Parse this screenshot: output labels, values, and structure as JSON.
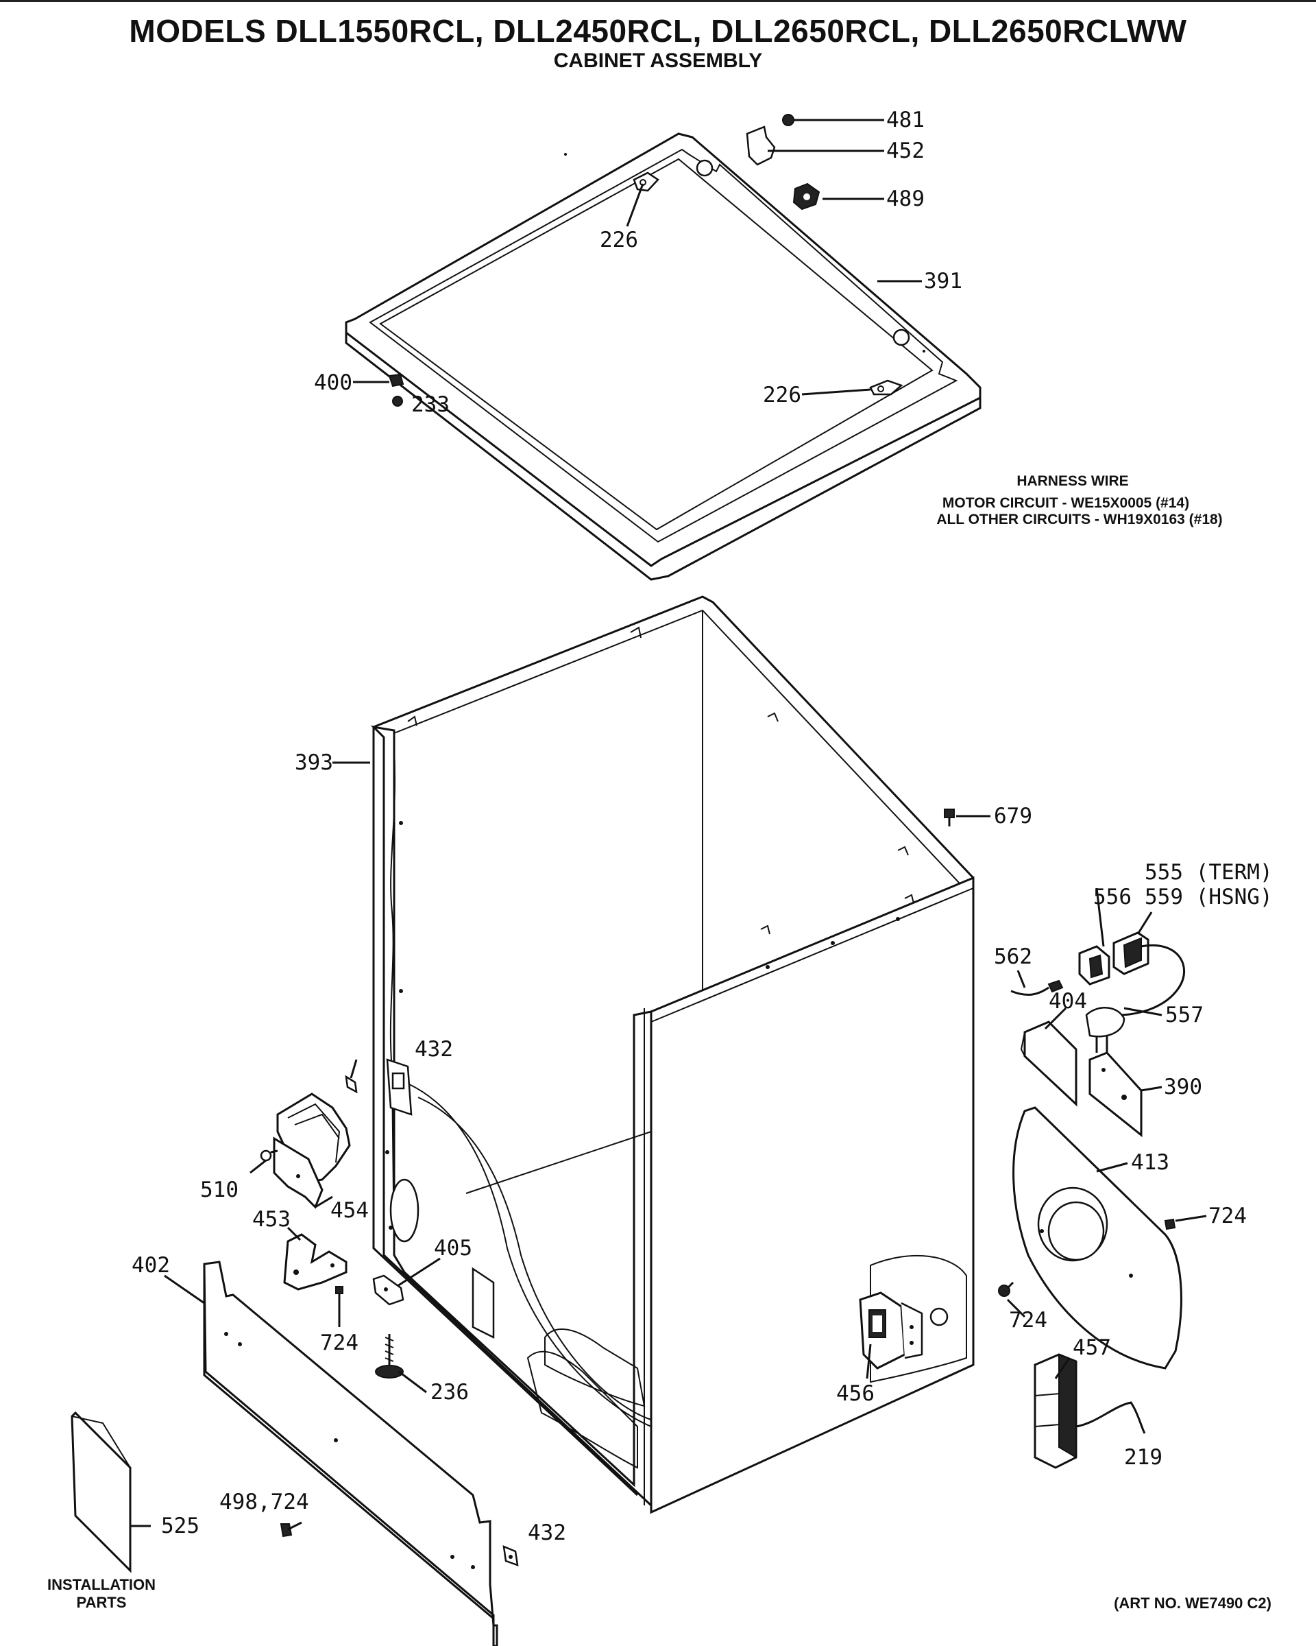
{
  "header": {
    "title": "MODELS DLL1550RCL, DLL2450RCL, DLL2650RCL, DLL2650RCLWW",
    "subtitle": "CABINET ASSEMBLY"
  },
  "harness_note": {
    "heading": "HARNESS WIRE",
    "line1": "MOTOR CIRCUIT - WE15X0005 (#14)",
    "line2": "ALL OTHER CIRCUITS - WH19X0163 (#18)"
  },
  "footer": {
    "installation_line1": "INSTALLATION",
    "installation_line2": "PARTS",
    "art_no": "(ART NO. WE7490 C2)"
  },
  "callouts": {
    "c481": "481",
    "c452": "452",
    "c489": "489",
    "c226_top": "226",
    "c391": "391",
    "c400": "400",
    "c233": "233",
    "c226_right": "226",
    "c393": "393",
    "c679": "679",
    "c555": "555 (TERM)",
    "c559": "559 (HSNG)",
    "c556": "556",
    "c562": "562",
    "c404": "404",
    "c557": "557",
    "c390": "390",
    "c432_upper": "432",
    "c413": "413",
    "c724_right": "724",
    "c510": "510",
    "c454": "454",
    "c453": "453",
    "c402": "402",
    "c405": "405",
    "c724_mid": "724",
    "c724_lower": "724",
    "c457": "457",
    "c236": "236",
    "c456": "456",
    "c219": "219",
    "c498_724": "498,724",
    "c525": "525",
    "c432_lower": "432"
  }
}
